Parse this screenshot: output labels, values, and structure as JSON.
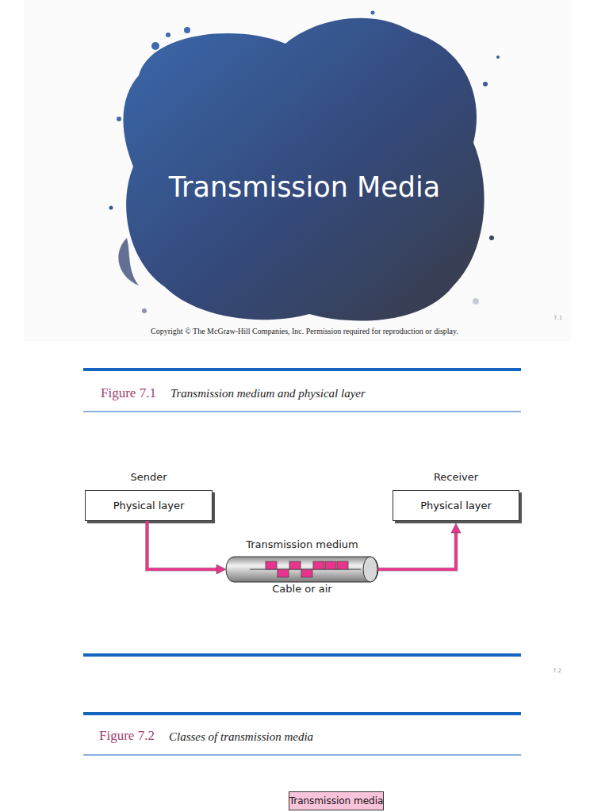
{
  "diagram": {
    "title": "Transmission Media",
    "nodes": [
      {
        "text": [
          "Sender",
          "Physical layer"
        ]
      },
      {
        "text": [
          "Transmission medium",
          "Cable or air"
        ]
      },
      {
        "text": [
          "Receiver",
          "Physical layer"
        ]
      },
      {
        "text": [
          "Transmission media"
        ]
      }
    ],
    "edges": [
      {
        "from": 0,
        "to": 1,
        "arrow": "to"
      },
      {
        "from": 1,
        "to": 2,
        "arrow": "to"
      }
    ],
    "labels": [
      "7.1",
      "Copyright © The McGraw-Hill Companies, Inc. Permission required for reproduction or display.",
      "Figure 7.1",
      "Transmission medium and physical layer",
      "7.2",
      "Figure 7.2",
      "Classes of transmission media"
    ]
  }
}
